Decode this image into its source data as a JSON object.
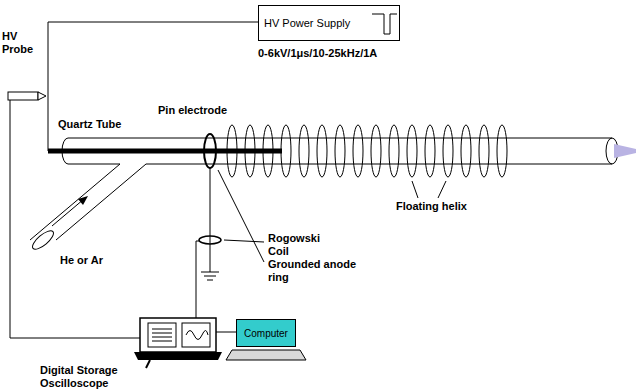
{
  "diagram": {
    "nodes": [
      {
        "text": [
          "HV Power Supply"
        ]
      },
      {
        "text": [
          "Computer"
        ]
      }
    ],
    "labels": [
      "HV Probe",
      "0-6kV/1μs/10-25kHz/1A",
      "Pin electrode",
      "Quartz Tube",
      "Rogowski Coil",
      "Grounded anode ring",
      "Floating helix",
      "He or Ar",
      "Digital Storage Oscilloscope"
    ]
  }
}
